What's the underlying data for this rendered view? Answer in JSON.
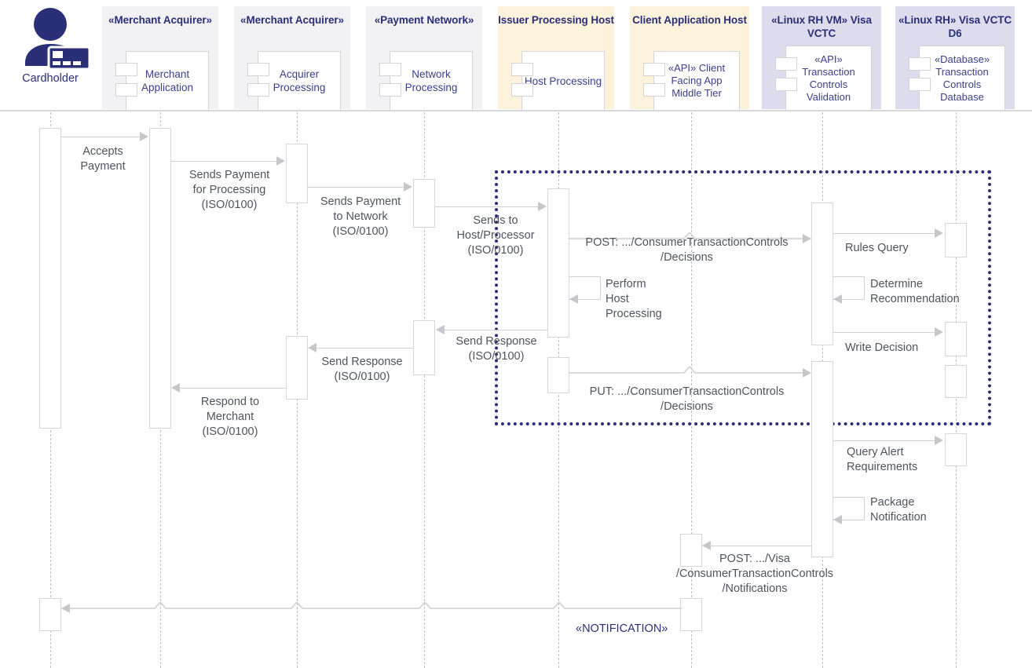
{
  "diagram": {
    "type": "uml-sequence-diagram",
    "title": "Visa Consumer Transaction Controls payment authorization sequence",
    "colors": {
      "actor_navy": "#2b2f77",
      "header_grey": "#f2f2f4",
      "header_cream": "#fdf3dc",
      "header_lavender": "#dcdcec",
      "line_grey": "#cfcfd4",
      "frame_navy": "#2b2f77",
      "label_grey": "#50545f"
    }
  },
  "actor": {
    "name": "Cardholder",
    "icon": "person-with-card-icon"
  },
  "lifelines": [
    {
      "id": "merchant-application",
      "stereotype": "«Merchant Acquirer»",
      "component": "Merchant\nApplication",
      "bg": "#f2f2f4"
    },
    {
      "id": "acquirer-processing",
      "stereotype": "«Merchant Acquirer»",
      "component": "Acquirer\nProcessing",
      "bg": "#f2f2f4"
    },
    {
      "id": "network-processing",
      "stereotype": "«Payment Network»",
      "component": "Network\nProcessing",
      "bg": "#f2f2f4"
    },
    {
      "id": "host-processing",
      "stereotype": "Issuer Processing\nHost",
      "component": "Host\nProcessing",
      "bg": "#fdf3dc"
    },
    {
      "id": "client-facing-app",
      "stereotype": "Client Application\nHost",
      "component": "«API»\nClient Facing App\nMiddle Tier",
      "bg": "#fdf3dc"
    },
    {
      "id": "transaction-controls-validation",
      "stereotype": "«Linux RH VM»\nVisa VCTC",
      "component": "«API»\nTransaction\nControls\nValidation",
      "bg": "#dcdcec"
    },
    {
      "id": "transaction-controls-database",
      "stereotype": "«Linux RH»\nVisa VCTC D6",
      "component": "«Database»\nTransaction\nControls\nDatabase",
      "bg": "#dcdcec"
    }
  ],
  "messages": [
    {
      "id": "accepts-payment",
      "label": "Accepts\nPayment"
    },
    {
      "id": "sends-payment-for-processing",
      "label": "Sends Payment\nfor Processing\n(ISO/0100)"
    },
    {
      "id": "sends-payment-to-network",
      "label": "Sends Payment\nto Network\n(ISO/0100)"
    },
    {
      "id": "sends-to-host-processor",
      "label": "Sends to\nHost/Processor\n(ISO/0100)"
    },
    {
      "id": "post-decisions",
      "label": "POST: .../ConsumerTransactionControls\n/Decisions"
    },
    {
      "id": "perform-host-processing",
      "label": "Perform\nHost\nProcessing"
    },
    {
      "id": "rules-query",
      "label": "Rules Query"
    },
    {
      "id": "determine-recommendation",
      "label": "Determine\nRecommendation"
    },
    {
      "id": "write-decision",
      "label": "Write Decision"
    },
    {
      "id": "send-response-network",
      "label": "Send Response\n(ISO/0100)"
    },
    {
      "id": "send-response-acquirer",
      "label": "Send Response\n(ISO/0100)"
    },
    {
      "id": "respond-to-merchant",
      "label": "Respond to\nMerchant\n(ISO/0100)"
    },
    {
      "id": "put-decisions",
      "label": "PUT: .../ConsumerTransactionControls\n/Decisions"
    },
    {
      "id": "query-alert-requirements",
      "label": "Query Alert\nRequirements"
    },
    {
      "id": "package-notification",
      "label": "Package\nNotification"
    },
    {
      "id": "post-notifications",
      "label": "POST: .../Visa\n/ConsumerTransactionControls\n/Notifications"
    },
    {
      "id": "notification",
      "label": "«NOTIFICATION»"
    }
  ]
}
